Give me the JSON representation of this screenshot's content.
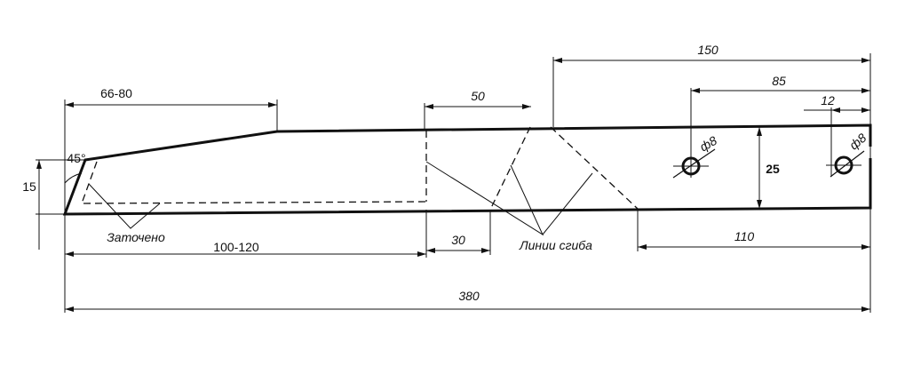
{
  "drawing": {
    "dimensions": {
      "tip_length": "66-80",
      "tip_height": "15",
      "angle": "45°",
      "sharpened_length": "100-120",
      "total_length": "380",
      "fold_width": "50",
      "fold_offset": "30",
      "holes_span": "150",
      "hole1_position": "85",
      "hole2_position": "12",
      "width": "25",
      "right_section": "110",
      "hole1_diameter": "ф8",
      "hole2_diameter": "ф8"
    },
    "labels": {
      "sharpened": "Заточено",
      "fold_lines": "Линии сгиба"
    }
  }
}
